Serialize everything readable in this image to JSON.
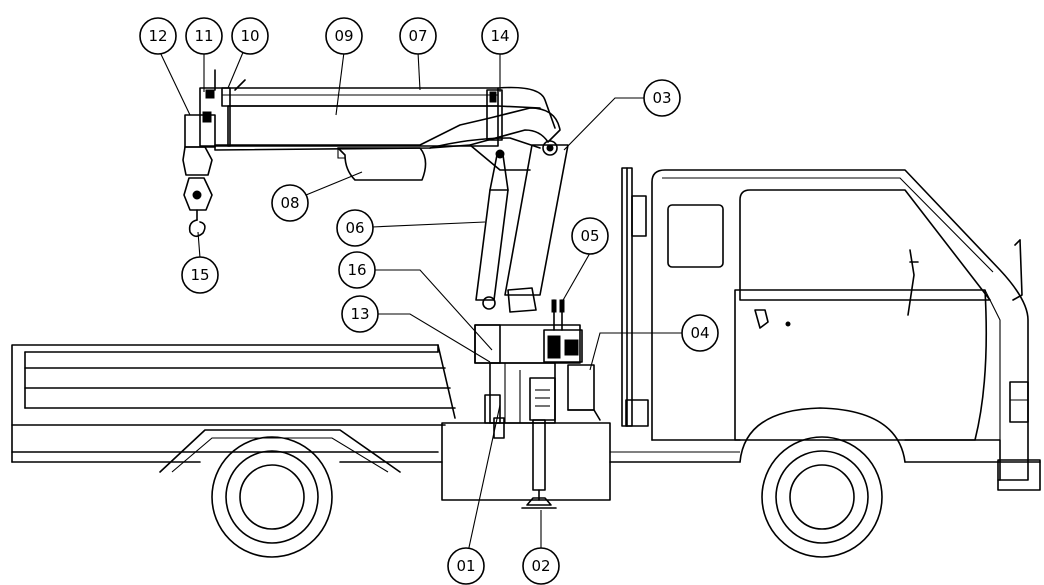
{
  "callouts": [
    {
      "id": "12",
      "label": "12"
    },
    {
      "id": "11",
      "label": "11"
    },
    {
      "id": "10",
      "label": "10"
    },
    {
      "id": "09",
      "label": "09"
    },
    {
      "id": "07",
      "label": "07"
    },
    {
      "id": "14",
      "label": "14"
    },
    {
      "id": "03",
      "label": "03"
    },
    {
      "id": "08",
      "label": "08"
    },
    {
      "id": "06",
      "label": "06"
    },
    {
      "id": "05",
      "label": "05"
    },
    {
      "id": "16",
      "label": "16"
    },
    {
      "id": "13",
      "label": "13"
    },
    {
      "id": "04",
      "label": "04"
    },
    {
      "id": "15",
      "label": "15"
    },
    {
      "id": "01",
      "label": "01"
    },
    {
      "id": "02",
      "label": "02"
    }
  ]
}
